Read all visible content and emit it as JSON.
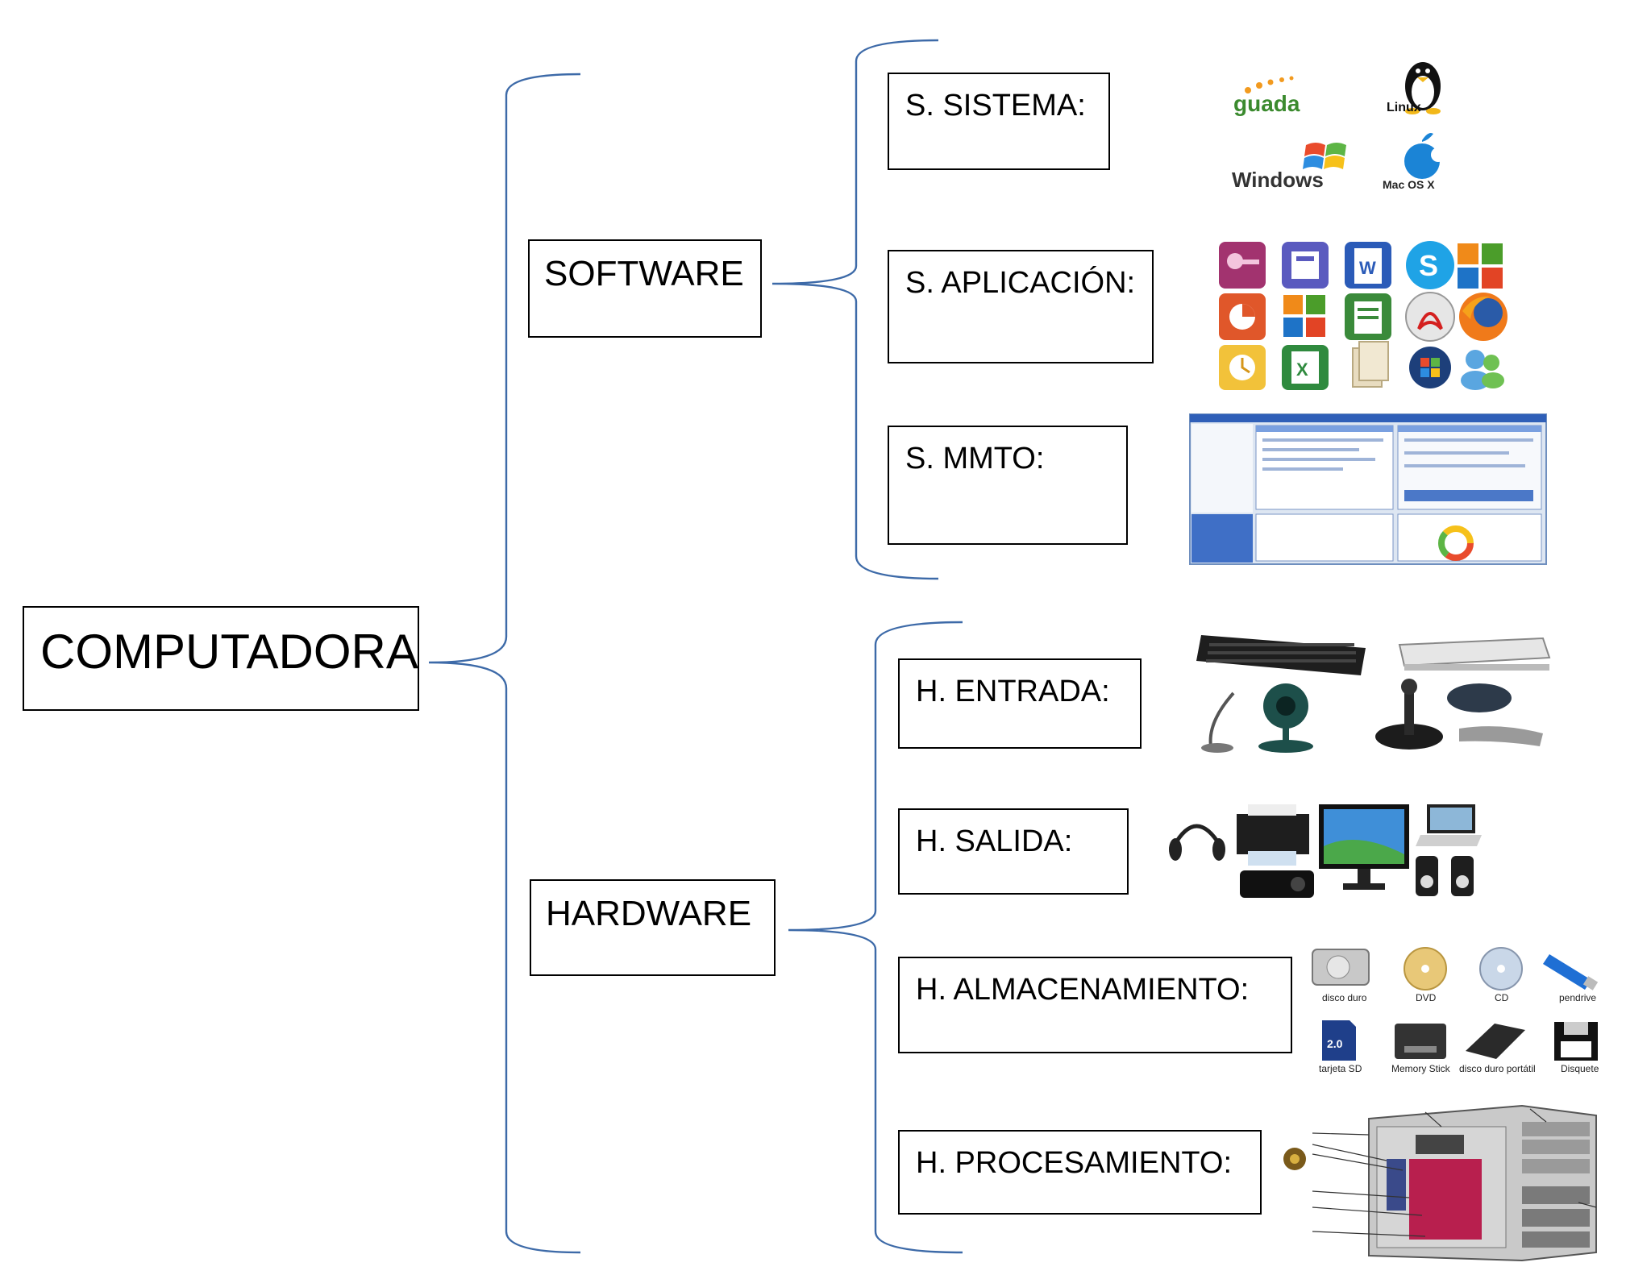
{
  "root": {
    "label": "COMPUTADORA"
  },
  "software": {
    "label": "SOFTWARE",
    "children": [
      {
        "label": "S. SISTEMA:",
        "image_text": [
          "guada",
          "Linux",
          "Windows",
          "Mac OS X"
        ]
      },
      {
        "label": "S. APLICACIÓN:"
      },
      {
        "label": "S. MMTO:"
      }
    ]
  },
  "hardware": {
    "label": "HARDWARE",
    "children": [
      {
        "label": "H. ENTRADA:"
      },
      {
        "label": "H. SALIDA:"
      },
      {
        "label": "H. ALMACENAMIENTO:",
        "image_text": [
          "disco duro",
          "DVD",
          "CD",
          "pendrive",
          "tarjeta SD",
          "Memory Stick",
          "disco duro portátil",
          "Disquete"
        ]
      },
      {
        "label": "H. PROCESAMIENTO:"
      }
    ]
  },
  "colors": {
    "brace": "#3d6aa8",
    "box_border": "#000000"
  }
}
